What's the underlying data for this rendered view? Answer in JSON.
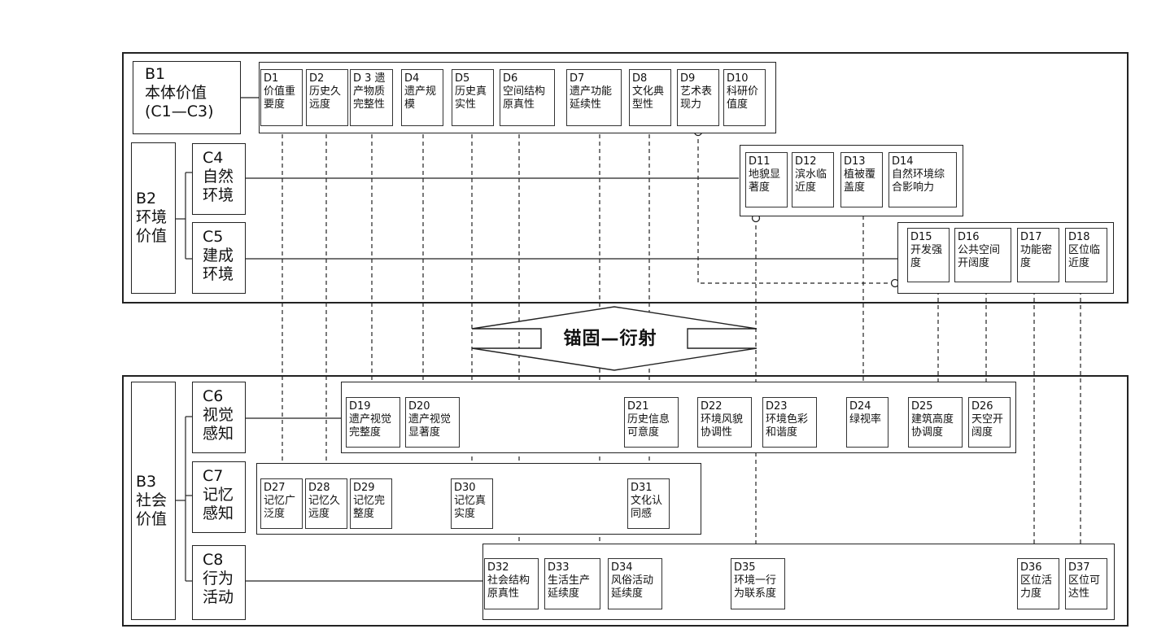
{
  "anchor_label": "锚固—衍射",
  "B1": {
    "code": "B1",
    "line1": "本体价值",
    "line2": "(C1—C3)"
  },
  "B2": {
    "code": "B2",
    "line1": "环境",
    "line2": "价值"
  },
  "B3": {
    "code": "B3",
    "line1": "社会",
    "line2": "价值"
  },
  "C4": {
    "code": "C4",
    "line1": "自然",
    "line2": "环境"
  },
  "C5": {
    "code": "C5",
    "line1": "建成",
    "line2": "环境"
  },
  "C6": {
    "code": "C6",
    "line1": "视觉",
    "line2": "感知"
  },
  "C7": {
    "code": "C7",
    "line1": "记忆",
    "line2": "感知"
  },
  "C8": {
    "code": "C8",
    "line1": "行为",
    "line2": "活动"
  },
  "D": {
    "D1": {
      "code": "D1",
      "l1": "价值重",
      "l2": "要度"
    },
    "D2": {
      "code": "D2",
      "l1": "历史久",
      "l2": "远度"
    },
    "D3": {
      "code": "D 3  遗",
      "l1": "产物质",
      "l2": "完整性"
    },
    "D4": {
      "code": "D4",
      "l1": "遗产规",
      "l2": "模"
    },
    "D5": {
      "code": "D5",
      "l1": "历史真",
      "l2": "实性"
    },
    "D6": {
      "code": "D6",
      "l1": "空间结构",
      "l2": "原真性"
    },
    "D7": {
      "code": "D7",
      "l1": "遗产功能",
      "l2": "延续性"
    },
    "D8": {
      "code": "D8",
      "l1": "文化典",
      "l2": "型性"
    },
    "D9": {
      "code": "D9",
      "l1": "艺术表",
      "l2": "现力"
    },
    "D10": {
      "code": "D10",
      "l1": "科研价",
      "l2": "值度"
    },
    "D11": {
      "code": "D11",
      "l1": "地貌显",
      "l2": "著度"
    },
    "D12": {
      "code": "D12",
      "l1": "滨水临",
      "l2": "近度"
    },
    "D13": {
      "code": "D13",
      "l1": "植被覆",
      "l2": "盖度"
    },
    "D14": {
      "code": "D14",
      "l1": "自然环境综",
      "l2": "合影响力"
    },
    "D15": {
      "code": "D15",
      "l1": "开发强",
      "l2": "度"
    },
    "D16": {
      "code": "D16",
      "l1": "公共空间",
      "l2": "开阔度"
    },
    "D17": {
      "code": "D17",
      "l1": "功能密",
      "l2": "度"
    },
    "D18": {
      "code": "D18",
      "l1": "区位临",
      "l2": "近度"
    },
    "D19": {
      "code": "D19",
      "l1": "遗产视觉",
      "l2": "完整度"
    },
    "D20": {
      "code": "D20",
      "l1": "遗产视觉",
      "l2": "显著度"
    },
    "D21": {
      "code": "D21",
      "l1": "历史信息",
      "l2": "可意度"
    },
    "D22": {
      "code": "D22",
      "l1": "环境风貌",
      "l2": "协调性"
    },
    "D23": {
      "code": "D23",
      "l1": "环境色彩",
      "l2": "和谐度"
    },
    "D24": {
      "code": "D24",
      "l1": "绿视率",
      "l2": ""
    },
    "D25": {
      "code": "D25",
      "l1": "建筑高度",
      "l2": "协调度"
    },
    "D26": {
      "code": "D26",
      "l1": "天空开",
      "l2": "阔度"
    },
    "D27": {
      "code": "D27",
      "l1": "记忆广",
      "l2": "泛度"
    },
    "D28": {
      "code": "D28",
      "l1": "记忆久",
      "l2": "远度"
    },
    "D29": {
      "code": "D29",
      "l1": "记忆完",
      "l2": "整度"
    },
    "D30": {
      "code": "D30",
      "l1": "记忆真",
      "l2": "实度"
    },
    "D31": {
      "code": "D31",
      "l1": "文化认",
      "l2": "同感"
    },
    "D32": {
      "code": "D32",
      "l1": "社会结构",
      "l2": "原真性"
    },
    "D33": {
      "code": "D33",
      "l1": "生活生产",
      "l2": "延续度"
    },
    "D34": {
      "code": "D34",
      "l1": "风俗活动",
      "l2": "延续度"
    },
    "D35": {
      "code": "D35",
      "l1": "环境一行",
      "l2": "为联系度"
    },
    "D36": {
      "code": "D36",
      "l1": "区位活",
      "l2": "力度"
    },
    "D37": {
      "code": "D37",
      "l1": "区位可",
      "l2": "达性"
    }
  }
}
